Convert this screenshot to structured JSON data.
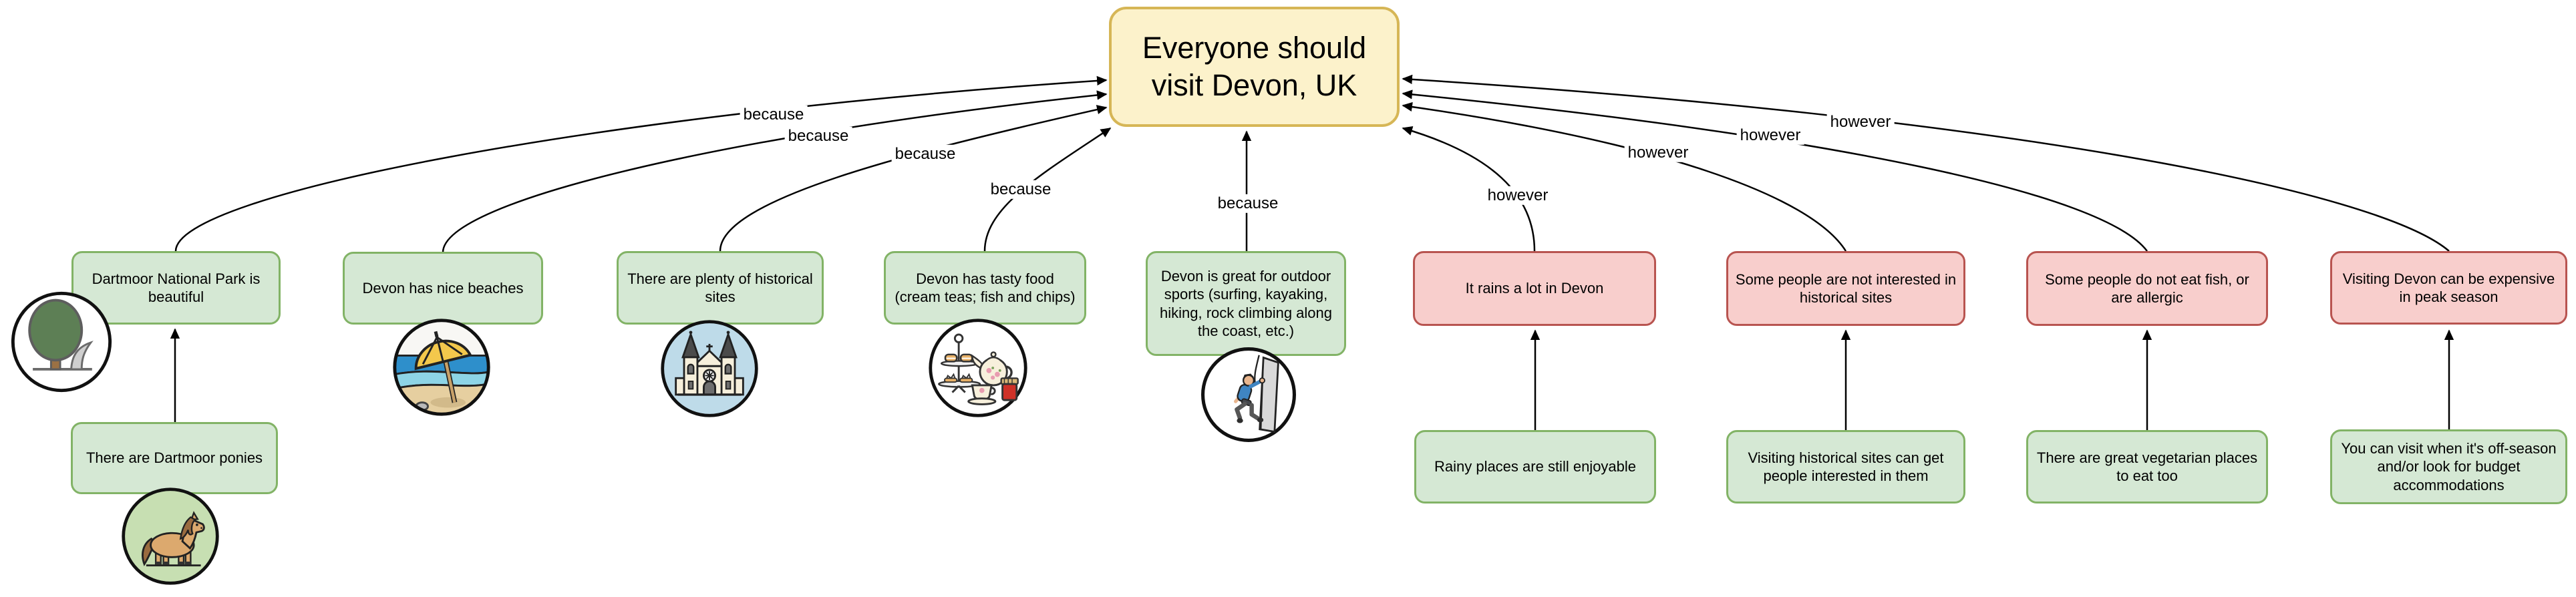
{
  "diagram": {
    "type": "argument-map",
    "background": "#ffffff",
    "central_claim": {
      "label": "Everyone should visit Devon, UK",
      "fill": "#fcf2cb",
      "border": "#d6b656"
    },
    "palette": {
      "support_fill": "#d5e8d4",
      "support_border": "#82b366",
      "objection_fill": "#f8cecc",
      "objection_border": "#b85450",
      "edge_color": "#000000"
    },
    "supports": [
      {
        "label": "Dartmoor National Park is beautiful",
        "edge_label": "because",
        "icon": "tree"
      },
      {
        "label": "Devon has nice beaches",
        "edge_label": "because",
        "icon": "beach-umbrella"
      },
      {
        "label": "There are plenty of historical sites",
        "edge_label": "because",
        "icon": "cathedral"
      },
      {
        "label": "Devon has tasty food (cream teas; fish and chips)",
        "edge_label": "because",
        "icon": "afternoon-tea"
      },
      {
        "label": "Devon is great for outdoor sports (surfing, kayaking, hiking, rock climbing along the coast, etc.)",
        "edge_label": "because",
        "icon": "rock-climber"
      }
    ],
    "objections": [
      {
        "label": "It rains a lot in Devon",
        "edge_label": "however"
      },
      {
        "label": "Some people are not interested in historical sites",
        "edge_label": "however"
      },
      {
        "label": "Some people do not eat fish, or are allergic",
        "edge_label": "however"
      },
      {
        "label": "Visiting Devon can be expensive in peak season",
        "edge_label": "however"
      }
    ],
    "sub_points": [
      {
        "label": "There are Dartmoor ponies",
        "icon": "pony",
        "supports": "Dartmoor National Park is beautiful"
      },
      {
        "label": "Rainy places are still enjoyable",
        "supports": "It rains a lot in Devon"
      },
      {
        "label": "Visiting historical sites can get people interested in them",
        "supports": "Some people are not interested in historical sites"
      },
      {
        "label": "There are great vegetarian places to eat too",
        "supports": "Some people do not eat fish, or are allergic"
      },
      {
        "label": "You can visit when it's off-season and/or look for budget accommodations",
        "supports": "Visiting Devon can be expensive in peak season"
      }
    ]
  }
}
